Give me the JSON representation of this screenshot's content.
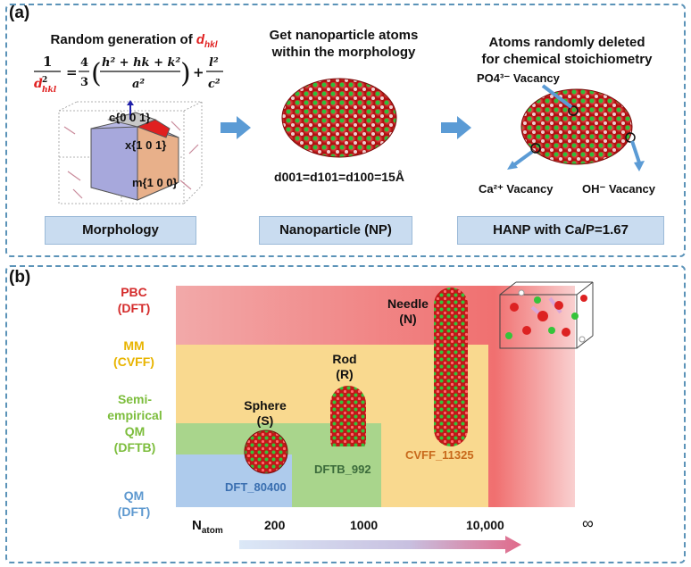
{
  "panel_a": {
    "label": "(a)",
    "step1": {
      "title_prefix": "Random generation of ",
      "title_var": "d",
      "title_sub": "hkl",
      "formula_lhs": "1 / d²hkl",
      "formula_rhs": "= 4/3 ( (h² + hk + k²) / a² ) + l²/c²",
      "facets": [
        "c{0 0 1}",
        "x{1 0 1}",
        "m{1 0 0}"
      ],
      "box_label": "Morphology"
    },
    "step2": {
      "title_line1": "Get nanoparticle atoms",
      "title_line2": "within the morphology",
      "size_label": "d001=d101=d100=15Å",
      "box_label": "Nanoparticle (NP)"
    },
    "step3": {
      "title_line1": "Atoms randomly deleted",
      "title_line2": "for chemical stoichiometry",
      "vacancies": [
        "PO4³⁻ Vacancy",
        "Ca²⁺ Vacancy",
        "OH⁻ Vacancy"
      ],
      "box_label": "HANP with Ca/P=1.67"
    }
  },
  "panel_b": {
    "label": "(b)",
    "levels": [
      {
        "line1": "PBC",
        "line2": "(DFT)",
        "color": "#d42b2b"
      },
      {
        "line1": "MM",
        "line2": "(CVFF)",
        "color": "#e8b400"
      },
      {
        "line1": "Semi-",
        "line2": "empirical",
        "line3": "QM",
        "line4": "(DFTB)",
        "color": "#7cbd3c"
      },
      {
        "line1": "QM",
        "line2": "(DFT)",
        "color": "#5d98cf"
      }
    ],
    "shapes": [
      {
        "line1": "Sphere",
        "line2": "(S)",
        "tag": "DFT_80400",
        "tag_color": "#3a6fb0"
      },
      {
        "line1": "Rod",
        "line2": "(R)",
        "tag": "DFTB_992",
        "tag_color": "#3b6b3b"
      },
      {
        "line1": "Needle",
        "line2": "(N)",
        "tag": "CVFF_11325",
        "tag_color": "#c8691b"
      }
    ],
    "axis_label": "N",
    "axis_sub": "atom",
    "ticks": [
      "200",
      "1000",
      "10,000",
      "∞"
    ],
    "colors": {
      "pbc": "#f07a7a",
      "mm": "#f8d27a",
      "semi": "#a8d58a",
      "qm": "#a9c8ea",
      "arrow": "#e06a8a"
    }
  }
}
